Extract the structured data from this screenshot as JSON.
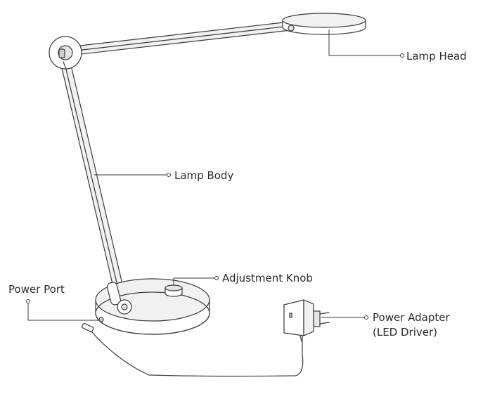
{
  "labels": {
    "lamp_head": "Lamp Head",
    "lamp_body": "Lamp Body",
    "adjustment_knob": "Adjustment Knob",
    "power_port": "Power Port",
    "power_adapter_line1": "Power Adapter",
    "power_adapter_line2": "(LED Driver)"
  },
  "colors": {
    "line": "#3a3a3a",
    "text": "#2b2b2b",
    "background": "#ffffff"
  }
}
